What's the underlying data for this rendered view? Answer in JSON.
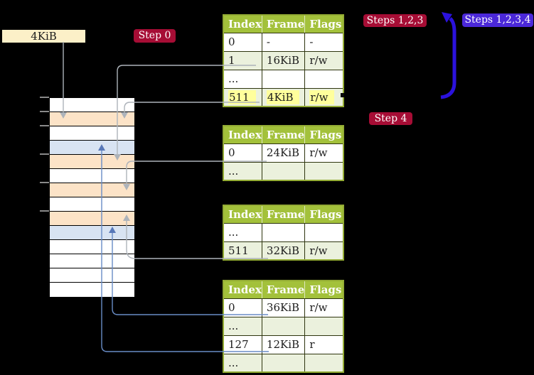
{
  "labels": {
    "size_box": "4KiB",
    "step0": "Step 0",
    "steps123": "Steps 1,2,3",
    "steps1234": "Steps 1,2,3,4",
    "step4": "Step 4"
  },
  "colors": {
    "background": "#000000",
    "badge_red": "#a60d35",
    "badge_blue": "#4b28d9",
    "size_box_bg": "#fcf0c8",
    "table_header_bg": "#a3c13b",
    "table_border": "#93ab34",
    "table_row_alt": "#ebf1dd",
    "row_highlight_yellow": "#ffff9c",
    "memory_white": "#ffffff",
    "memory_orange": "#fce3c7",
    "memory_blue": "#d8e3f2",
    "arrow_gray": "#adb3ba",
    "arrow_soft_blue": "#688cc6",
    "arrow_thick_blue": "#2b12dd"
  },
  "tables": [
    {
      "name": "page-table-top",
      "headers": [
        "Index",
        "Frame",
        "Flags"
      ],
      "rows": [
        {
          "cells": [
            "0",
            "-",
            "-"
          ],
          "shade": false,
          "highlight": false
        },
        {
          "cells": [
            "1",
            "16KiB",
            "r/w"
          ],
          "shade": true,
          "highlight": false
        },
        {
          "cells": [
            "...",
            "",
            ""
          ],
          "shade": false,
          "highlight": false
        },
        {
          "cells": [
            "511",
            "4KiB",
            "r/w"
          ],
          "shade": true,
          "highlight": true
        }
      ]
    },
    {
      "name": "page-table-second",
      "headers": [
        "Index",
        "Frame",
        "Flags"
      ],
      "rows": [
        {
          "cells": [
            "0",
            "24KiB",
            "r/w"
          ],
          "shade": false,
          "highlight": false
        },
        {
          "cells": [
            "...",
            "",
            ""
          ],
          "shade": true,
          "highlight": false
        }
      ]
    },
    {
      "name": "page-table-third",
      "headers": [
        "Index",
        "Frame",
        "Flags"
      ],
      "rows": [
        {
          "cells": [
            "...",
            "",
            ""
          ],
          "shade": false,
          "highlight": false
        },
        {
          "cells": [
            "511",
            "32KiB",
            "r/w"
          ],
          "shade": true,
          "highlight": false
        }
      ]
    },
    {
      "name": "page-table-bottom",
      "headers": [
        "Index",
        "Frame",
        "Flags"
      ],
      "rows": [
        {
          "cells": [
            "0",
            "36KiB",
            "r/w"
          ],
          "shade": false,
          "highlight": false
        },
        {
          "cells": [
            "...",
            "",
            ""
          ],
          "shade": true,
          "highlight": false
        },
        {
          "cells": [
            "127",
            "12KiB",
            "r"
          ],
          "shade": false,
          "highlight": false
        },
        {
          "cells": [
            "...",
            "",
            ""
          ],
          "shade": true,
          "highlight": false
        }
      ]
    }
  ],
  "memory_column": {
    "rows": [
      "white",
      "orange",
      "white",
      "blue",
      "orange",
      "white",
      "orange",
      "white",
      "orange",
      "blue",
      "white",
      "white",
      "white",
      "white"
    ]
  }
}
